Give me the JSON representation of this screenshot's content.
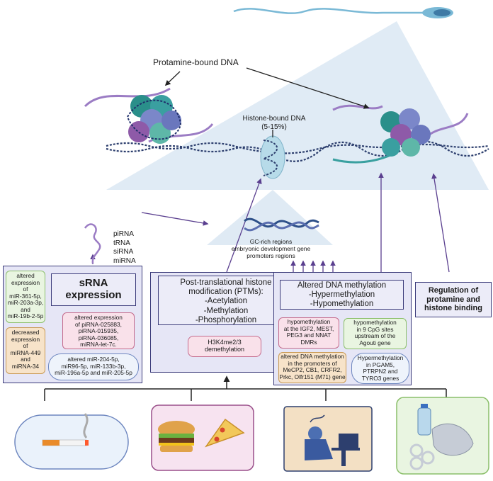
{
  "labels": {
    "protamine_bound": "Protamine-bound DNA",
    "histone_bound": "Histone-bound DNA",
    "histone_pct": "(5-15%)",
    "gc_rich": "GC-rich regions",
    "embryonic": "embryonic development gene",
    "promoters": "promoters regions"
  },
  "rna_list": [
    "piRNA",
    "tRNA",
    "siRNA",
    "miRNA"
  ],
  "srna": {
    "title_line1": "sRNA",
    "title_line2": "expression",
    "green_box": [
      "altered",
      "expression",
      "of",
      "miR-361-5p,",
      "miR-203a-3p,",
      "and",
      "miR-19b-2-5p"
    ],
    "orange_box": [
      "decreased",
      "expression",
      "of",
      "miRNA-449",
      "and",
      "miRNA-34"
    ],
    "pink_box": [
      "altered expression",
      "of piRNA-025883,",
      "piRNA-015935,",
      "piRNA-036085,",
      "miRNA-let-7c."
    ],
    "blue_box": [
      "altered miR-204-5p,",
      "miR96-5p, miR-133b-3p,",
      "miR-196a-5p and miR-205-5p"
    ]
  },
  "ptm": {
    "title": [
      "Post-translational histone",
      "modification (PTMs):",
      "-Acetylation",
      "-Methylation",
      "-Phosphorylation"
    ],
    "sub": [
      "H3K4me2/3",
      "demethylation"
    ]
  },
  "dna_meth": {
    "title": [
      "Altered DNA methylation",
      "-Hypermethylation",
      "-Hypomethylation"
    ],
    "pink": [
      "hypomethylation",
      "at the IGF2, MEST,",
      "PEG3 and NNAT",
      "DMRs"
    ],
    "green": [
      "hypomethylation",
      "in 9 CpG sites",
      "upstream of the",
      "Agouti gene"
    ],
    "orange": [
      "altered DNA methylation",
      "in the promoters of",
      "MeCP2, CB1, CRFR2,",
      "Prkc, Olfr151 (M71) gene"
    ],
    "blue": [
      "Hypermethylation",
      "in PGAM5,",
      "PTRPN2 and",
      "TYRO3 genes"
    ]
  },
  "regulation": [
    "Regulation of",
    "protamine and",
    "histone binding"
  ],
  "icons": [
    "cigarette-icon",
    "fast-food-icon",
    "stressed-worker-icon",
    "plastic-pollution-icon"
  ],
  "colors": {
    "panel_border": "#3b3b7a",
    "panel_fill": "#e6e6f6",
    "arrow": "#5a3f8f",
    "dna": "#2d3f6e",
    "triangle": "#dbe8f3"
  }
}
